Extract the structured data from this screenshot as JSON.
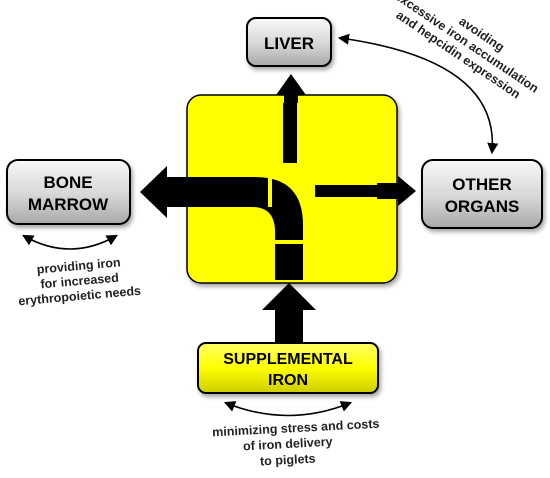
{
  "nodes": {
    "liver": {
      "label": "LIVER"
    },
    "bone_marrow": {
      "line1": "BONE",
      "line2": "MARROW"
    },
    "other_organs": {
      "line1": "OTHER",
      "line2": "ORGANS"
    },
    "supplemental_iron": {
      "line1": "SUPPLEMENTAL",
      "line2": "IRON"
    }
  },
  "notes": {
    "bone_marrow": [
      "providing iron",
      "for increased",
      "erythropoietic needs"
    ],
    "liver_other": [
      "avoiding",
      "excessive iron accumulation",
      "and  hepcidin expression"
    ],
    "supplemental": [
      "minimizing stress and costs",
      "of iron delivery",
      "to piglets"
    ]
  },
  "colors": {
    "center_fill": "#ffff00",
    "supplemental_fill": "#ffff33",
    "gray_box": "#d9d9d9",
    "arrow": "#000000"
  }
}
